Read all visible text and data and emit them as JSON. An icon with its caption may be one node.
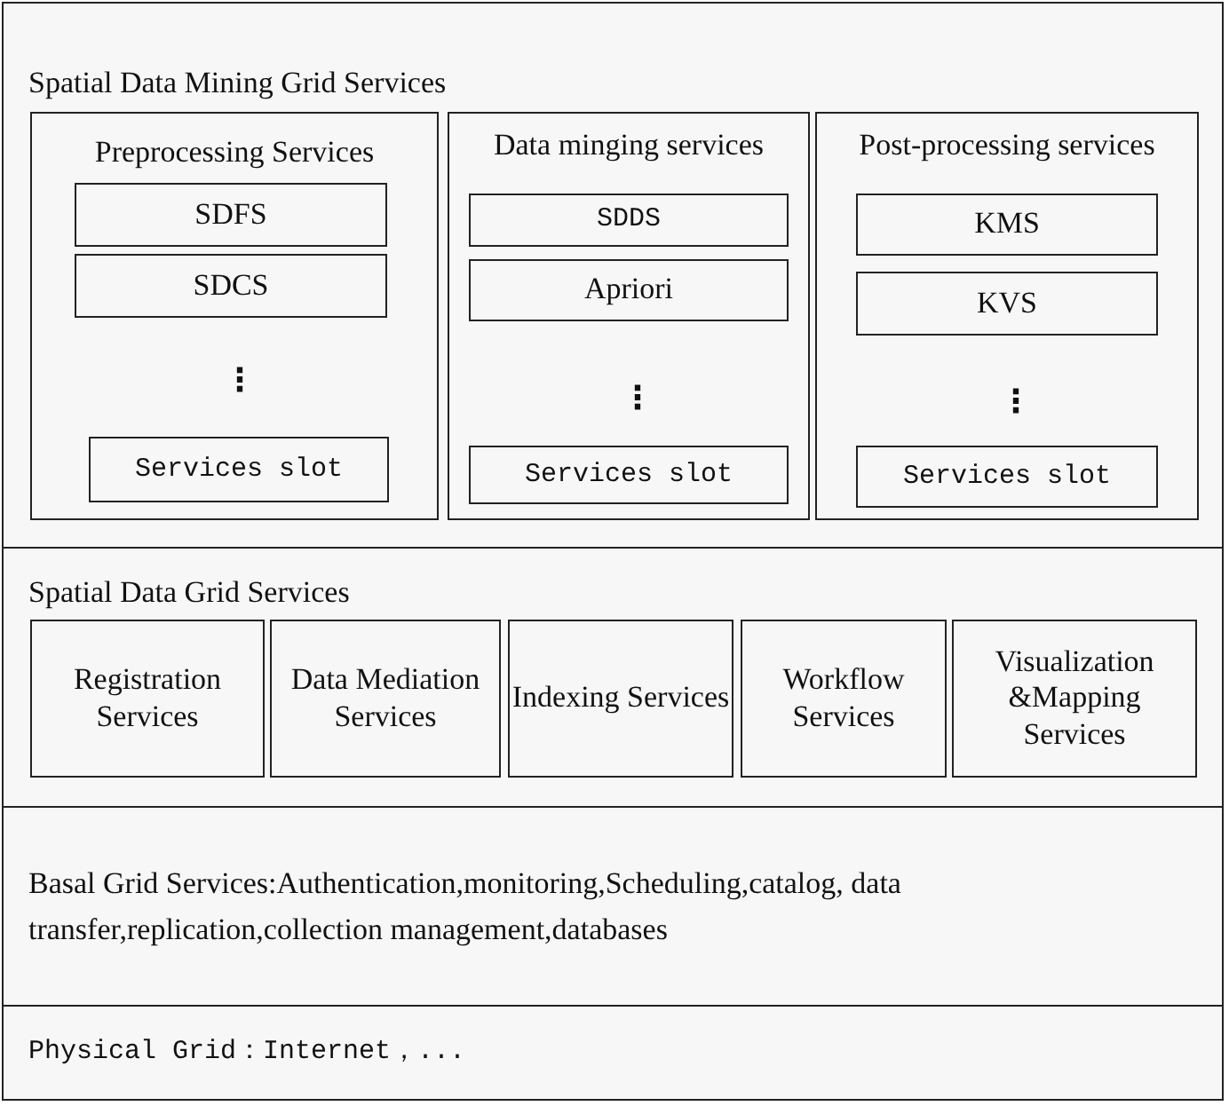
{
  "diagram": {
    "nodes": [
      {
        "text": [
          "Spatial Data Mining Grid Services"
        ]
      },
      {
        "text": [
          "Preprocessing Services"
        ],
        "in": 0
      },
      {
        "text": [
          "SDFS"
        ],
        "in": 1
      },
      {
        "text": [
          "SDCS"
        ],
        "in": 1
      },
      {
        "text": [
          "Services slot"
        ],
        "in": 1
      },
      {
        "text": [
          "Data minging services"
        ],
        "in": 0
      },
      {
        "text": [
          "SDDS"
        ],
        "in": 5
      },
      {
        "text": [
          "Apriori"
        ],
        "in": 5
      },
      {
        "text": [
          "Services slot"
        ],
        "in": 5
      },
      {
        "text": [
          "Post-processing services"
        ],
        "in": 0
      },
      {
        "text": [
          "KMS"
        ],
        "in": 9
      },
      {
        "text": [
          "KVS"
        ],
        "in": 9
      },
      {
        "text": [
          "Services slot"
        ],
        "in": 9
      },
      {
        "text": [
          "Spatial Data Grid Services"
        ]
      },
      {
        "text": [
          "Registration Services"
        ],
        "in": 13
      },
      {
        "text": [
          "Data Mediation Services"
        ],
        "in": 13
      },
      {
        "text": [
          "Indexing Services"
        ],
        "in": 13
      },
      {
        "text": [
          "Workflow Services"
        ],
        "in": 13
      },
      {
        "text": [
          "Visualization &Mapping Services"
        ],
        "in": 13
      },
      {
        "text": [
          "Basal Grid Services:Authentication,monitoring,Scheduling,catalog, data transfer,replication,collection management,databases"
        ]
      },
      {
        "text": [
          "Physical Grid：Internet，..."
        ]
      }
    ],
    "edges": [],
    "labels": [
      "⋮",
      "⋮",
      "⋮"
    ]
  }
}
